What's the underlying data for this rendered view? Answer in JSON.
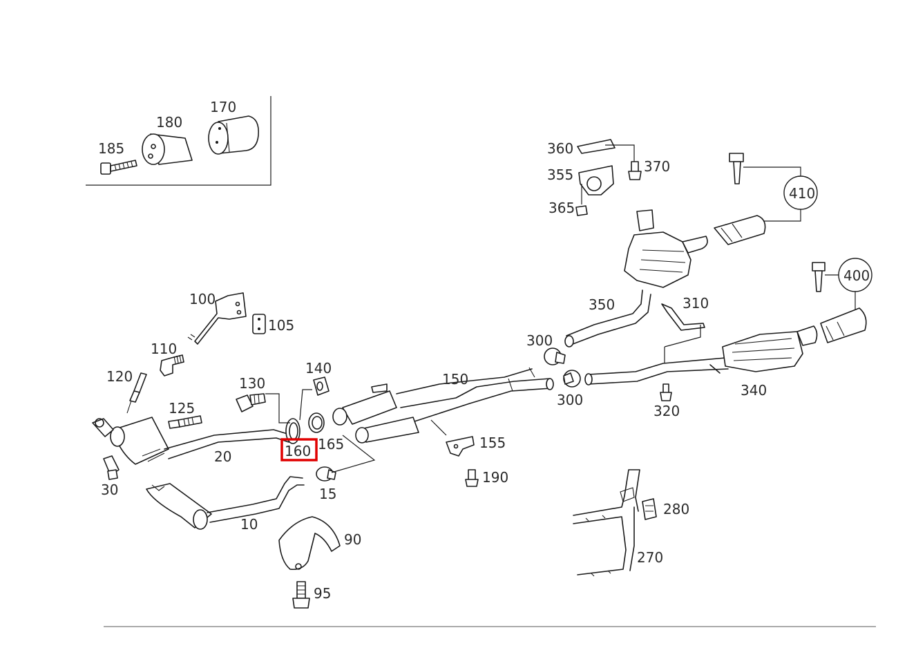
{
  "diagram": {
    "callouts": {
      "c10": "10",
      "c15": "15",
      "c20": "20",
      "c30": "30",
      "c90": "90",
      "c95": "95",
      "c100": "100",
      "c105": "105",
      "c110": "110",
      "c120": "120",
      "c125": "125",
      "c130": "130",
      "c140": "140",
      "c150": "150",
      "c155": "155",
      "c160": "160",
      "c165": "165",
      "c170": "170",
      "c180": "180",
      "c185": "185",
      "c190": "190",
      "c270": "270",
      "c280": "280",
      "c300a": "300",
      "c300b": "300",
      "c310": "310",
      "c320": "320",
      "c340": "340",
      "c350": "350",
      "c355": "355",
      "c360": "360",
      "c365": "365",
      "c370": "370",
      "c400": "400",
      "c410": "410"
    },
    "highlighted": "160",
    "highlight_color": "#e00000"
  }
}
